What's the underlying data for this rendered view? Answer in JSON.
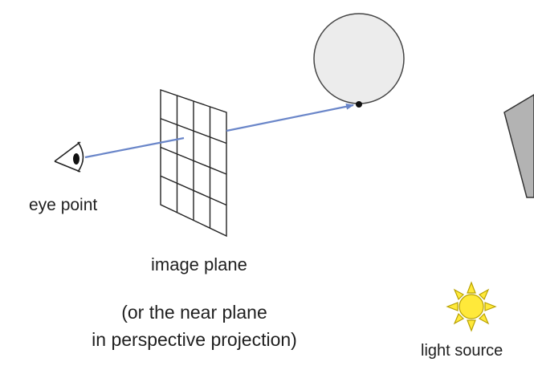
{
  "labels": {
    "eye_point": "eye point",
    "image_plane": "image plane",
    "note_line1": "(or the near plane",
    "note_line2": "in perspective projection)",
    "light_source": "light source"
  },
  "icons": {
    "eye": "eye-icon",
    "light": "sun-icon"
  },
  "colors": {
    "ray": "#6a86c9",
    "sphere_fill": "#ececec",
    "sphere_stroke": "#444444",
    "grid": "#222222",
    "sun_fill": "#ffe93a",
    "sun_stroke": "#b8a100",
    "object_fill": "#b3b3b3",
    "text": "#1f1f1f"
  }
}
